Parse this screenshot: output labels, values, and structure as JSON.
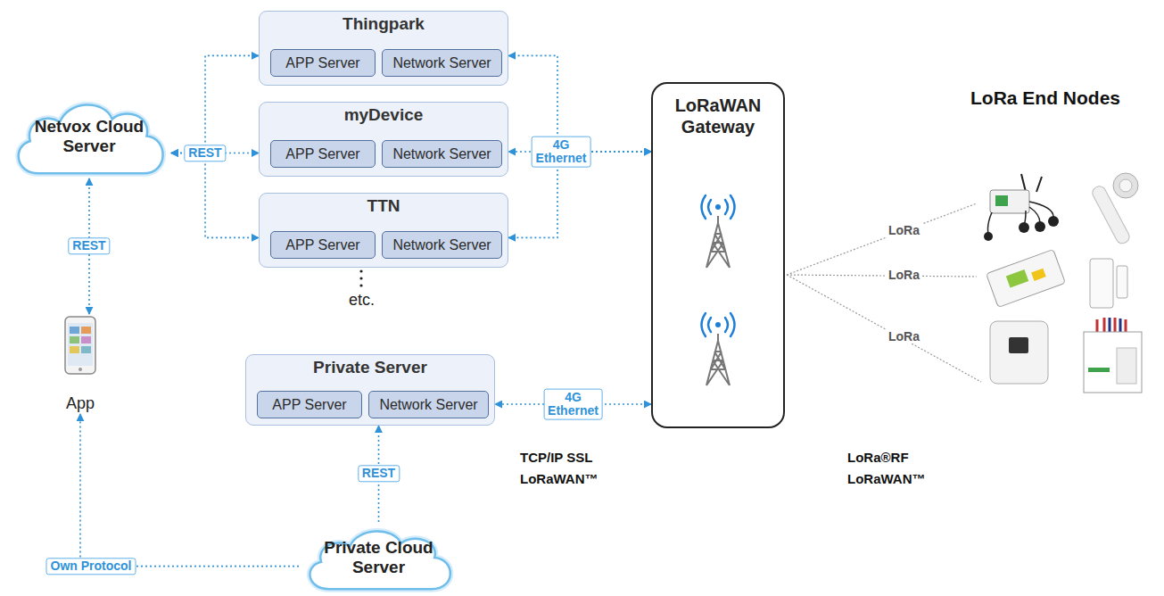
{
  "diagram": {
    "nodes": [
      {
        "text": [
          "Netvox Cloud Server"
        ]
      },
      {
        "text": [
          "Thingpark"
        ]
      },
      {
        "text": [
          "APP Server"
        ],
        "in": 1
      },
      {
        "text": [
          "Network Server"
        ],
        "in": 1
      },
      {
        "text": [
          "myDevice"
        ]
      },
      {
        "text": [
          "APP Server"
        ],
        "in": 4
      },
      {
        "text": [
          "Network Server"
        ],
        "in": 4
      },
      {
        "text": [
          "TTN"
        ]
      },
      {
        "text": [
          "APP Server"
        ],
        "in": 7
      },
      {
        "text": [
          "Network Server"
        ],
        "in": 7
      },
      {
        "text": [
          "LoRaWAN Gateway"
        ]
      },
      {
        "text": [
          "App"
        ]
      },
      {
        "text": [
          "Private Server"
        ]
      },
      {
        "text": [
          "APP Server"
        ],
        "in": 12
      },
      {
        "text": [
          "Network Server"
        ],
        "in": 12
      },
      {
        "text": [
          "Private Cloud Server"
        ]
      }
    ],
    "edges": [
      {
        "from": 0,
        "to": 1,
        "arrow": "both"
      },
      {
        "from": 0,
        "to": 4,
        "label": "REST",
        "arrow": "both"
      },
      {
        "from": 0,
        "to": 7,
        "arrow": "both"
      },
      {
        "from": 10,
        "to": 1,
        "arrow": "both"
      },
      {
        "from": 10,
        "to": 4,
        "label": "4G Ethernet",
        "arrow": "both"
      },
      {
        "from": 10,
        "to": 7,
        "arrow": "both"
      },
      {
        "from": 0,
        "to": 11,
        "label": "REST",
        "arrow": "both"
      },
      {
        "from": 10,
        "to": 12,
        "label": "4G Ethernet",
        "arrow": "both"
      },
      {
        "from": 15,
        "to": 12,
        "label": "REST",
        "arrow": "to"
      },
      {
        "from": 15,
        "to": 11,
        "label": "Own Protocol",
        "arrow": "to"
      }
    ],
    "labels": [
      "etc.",
      "TCP/IP SSL",
      "LoRaWAN™",
      "LoRa®RF",
      "LoRaWAN™",
      "LoRa End Nodes",
      "LoRa",
      "LoRa",
      "LoRa"
    ]
  }
}
